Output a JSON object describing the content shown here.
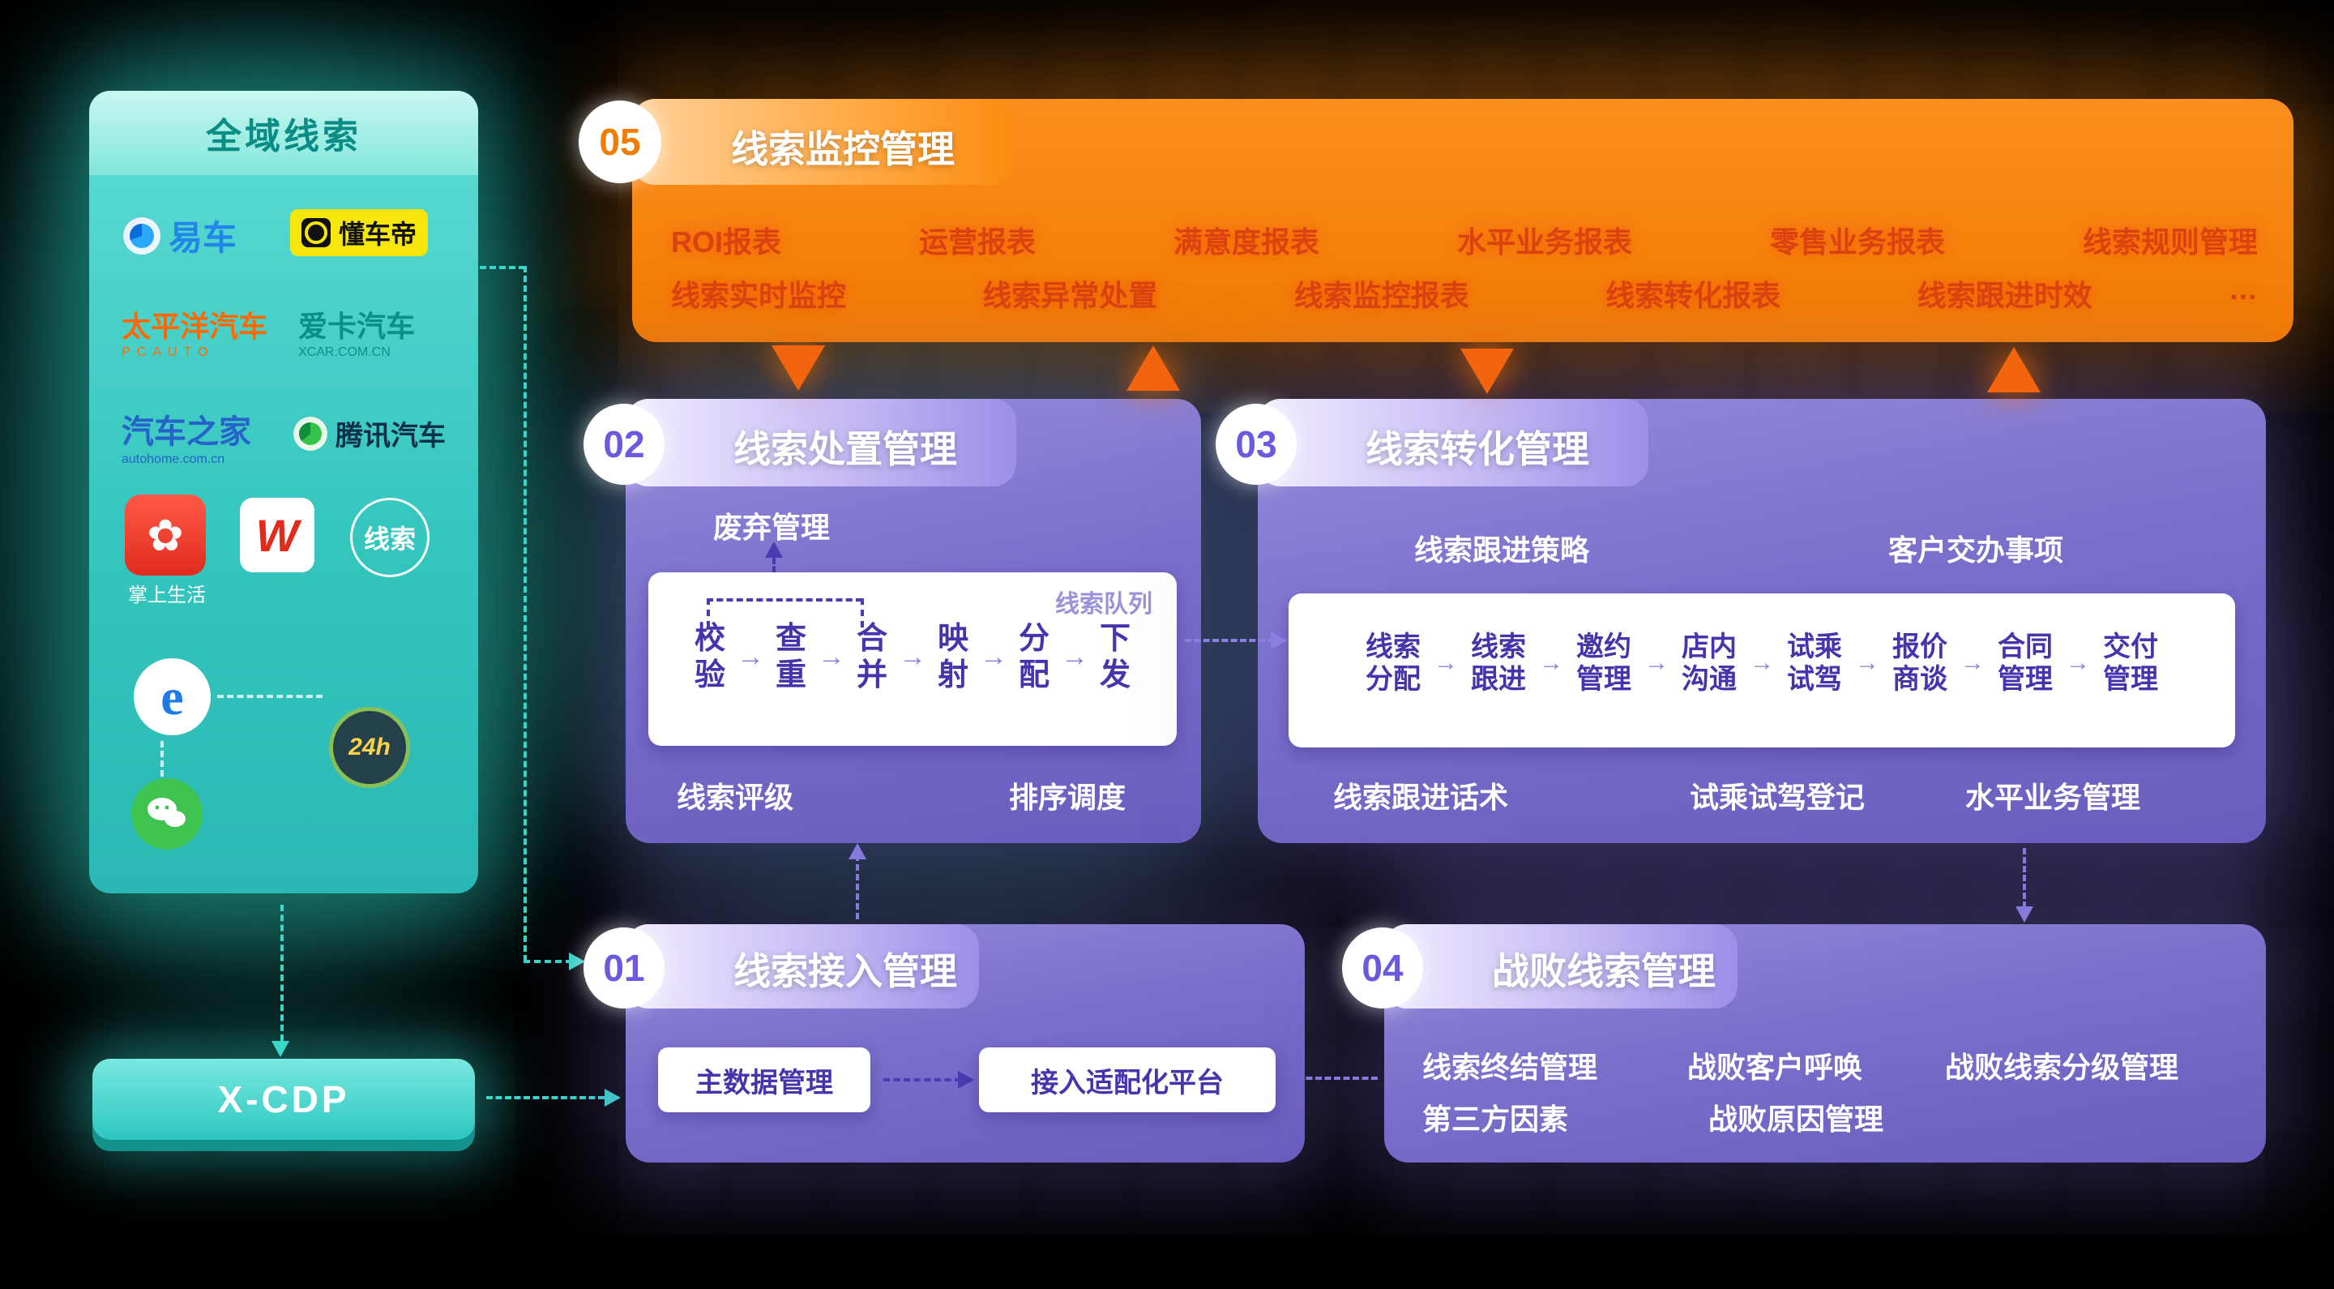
{
  "panel": {
    "title": "全域线索",
    "logos": {
      "yiche": {
        "label": "易车"
      },
      "dongchedi": {
        "label": "懂车帝"
      },
      "pcauto": {
        "label": "太平洋汽车",
        "sub": "PCAUTO"
      },
      "xcar": {
        "label": "爱卡汽车",
        "sub": "XCAR.COM.CN"
      },
      "autohome": {
        "label": "汽车之家",
        "sub": "autohome.com.cn"
      },
      "tencent_auto": {
        "label": "腾讯汽车"
      },
      "zhangshang": {
        "label": "掌上生活",
        "glyph": "✿"
      },
      "w_app": {
        "label": "W"
      },
      "xiansuo": {
        "label": "线索"
      },
      "ie": {
        "label": "e"
      },
      "h24": {
        "label": "24h"
      },
      "wechat": {
        "label": ""
      }
    },
    "xcdp_label": "X-CDP"
  },
  "modules": {
    "m05": {
      "badge": "05",
      "title": "线索监控管理",
      "row1": [
        "ROI报表",
        "运营报表",
        "满意度报表",
        "水平业务报表",
        "零售业务报表",
        "线索规则管理"
      ],
      "row2": [
        "线索实时监控",
        "线索异常处置",
        "线索监控报表",
        "线索转化报表",
        "线索跟进时效",
        "…"
      ]
    },
    "m02": {
      "badge": "02",
      "title": "线索处置管理",
      "discard_label": "废弃管理",
      "queue_label": "线索队列",
      "steps": [
        "校验",
        "查重",
        "合并",
        "映射",
        "分配",
        "下发"
      ],
      "bottom_labels": [
        "线索评级",
        "排序调度"
      ]
    },
    "m03": {
      "badge": "03",
      "title": "线索转化管理",
      "top_labels": [
        "线索跟进策略",
        "客户交办事项"
      ],
      "steps": [
        "线索分配",
        "线索跟进",
        "邀约管理",
        "店内沟通",
        "试乘试驾",
        "报价商谈",
        "合同管理",
        "交付管理"
      ],
      "bottom_labels": [
        "线索跟进话术",
        "试乘试驾登记",
        "水平业务管理"
      ]
    },
    "m01": {
      "badge": "01",
      "title": "线索接入管理",
      "boxes": [
        "主数据管理",
        "接入适配化平台"
      ]
    },
    "m04": {
      "badge": "04",
      "title": "战败线索管理",
      "row1": [
        "线索终结管理",
        "战败客户呼唤",
        "战败线索分级管理"
      ],
      "row2": [
        "第三方因素",
        "战败原因管理"
      ]
    }
  },
  "icons": {
    "arrow_right": "→"
  },
  "colors": {
    "teal": "#2fd4c8",
    "orange": "#f6861f",
    "orange_text": "#d9430f",
    "purple": "#7a6fcb",
    "purple_text": "#4734ad",
    "connector_purple": "#8a7fe0",
    "connector_dark_purple": "#4a3bb0"
  }
}
